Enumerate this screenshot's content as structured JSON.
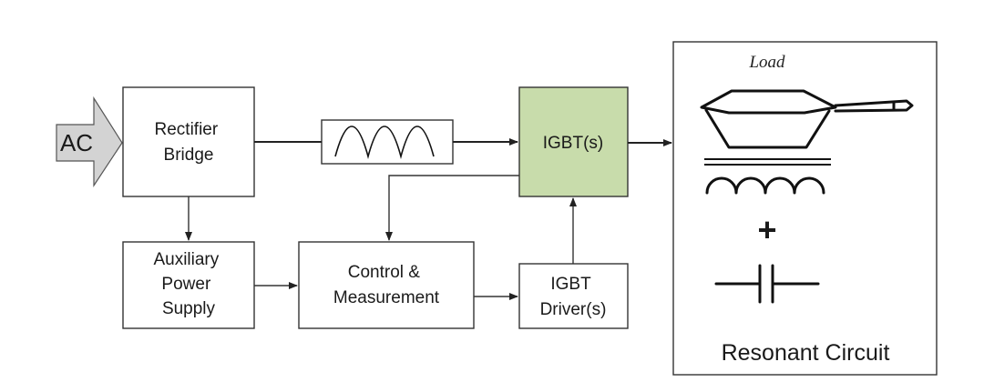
{
  "input": {
    "label": "AC"
  },
  "blocks": {
    "rectifier": [
      "Rectifier",
      "Bridge"
    ],
    "igbt": [
      "IGBT(s)"
    ],
    "auxiliary": [
      "Auxiliary",
      "Power",
      "Supply"
    ],
    "control": [
      "Control &",
      "Measurement"
    ],
    "driver": [
      "IGBT",
      "Driver(s)"
    ]
  },
  "resonant": {
    "load_label": "Load",
    "plus_label": "+",
    "caption": "Resonant Circuit"
  },
  "colors": {
    "igbt_fill": "#c8dcab",
    "input_arrow_fill": "#d3d3d3",
    "stroke": "#333333"
  },
  "icons": {
    "rectified_wave": "rectified-wave-icon",
    "pan": "pan-icon",
    "inductor": "inductor-coil-icon",
    "capacitor": "capacitor-icon"
  }
}
